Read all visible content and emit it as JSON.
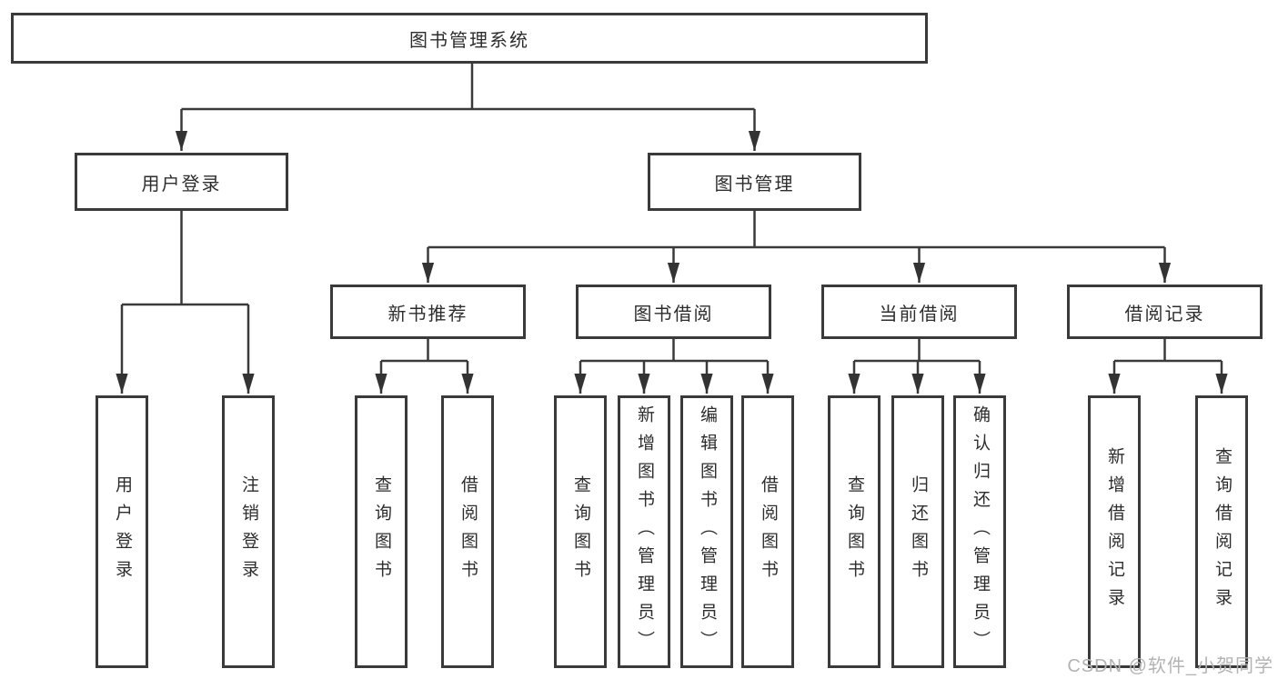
{
  "diagram_title": "图书管理系统",
  "nodes": {
    "root": "图书管理系统",
    "level2": {
      "user_login": "用户登录",
      "book_management": "图书管理"
    },
    "level3": {
      "new_book_recommend": "新书推荐",
      "book_borrow": "图书借阅",
      "current_borrow": "当前借阅",
      "borrow_record": "借阅记录"
    },
    "leaves": {
      "user_login": "用户登录",
      "logout": "注销登录",
      "recommend_query_books": "查询图书",
      "recommend_borrow_books": "借阅图书",
      "borrow_query_books": "查询图书",
      "borrow_add_books": "新增图书（管理员）",
      "borrow_edit_books": "编辑图书（管理员）",
      "borrow_borrow_books": "借阅图书",
      "current_query_books": "查询图书",
      "current_return_books": "归还图书",
      "current_confirm_return": "确认归还（管理员）",
      "record_add": "新增借阅记录",
      "record_query": "查询借阅记录"
    }
  },
  "watermark": "CSDN @软件_小贺同学",
  "colors": {
    "line": "#3a3a3a",
    "box_border": "#3a3a3a",
    "text": "#2d2d2d",
    "watermark": "#b3b3b3",
    "background": "#ffffff"
  }
}
